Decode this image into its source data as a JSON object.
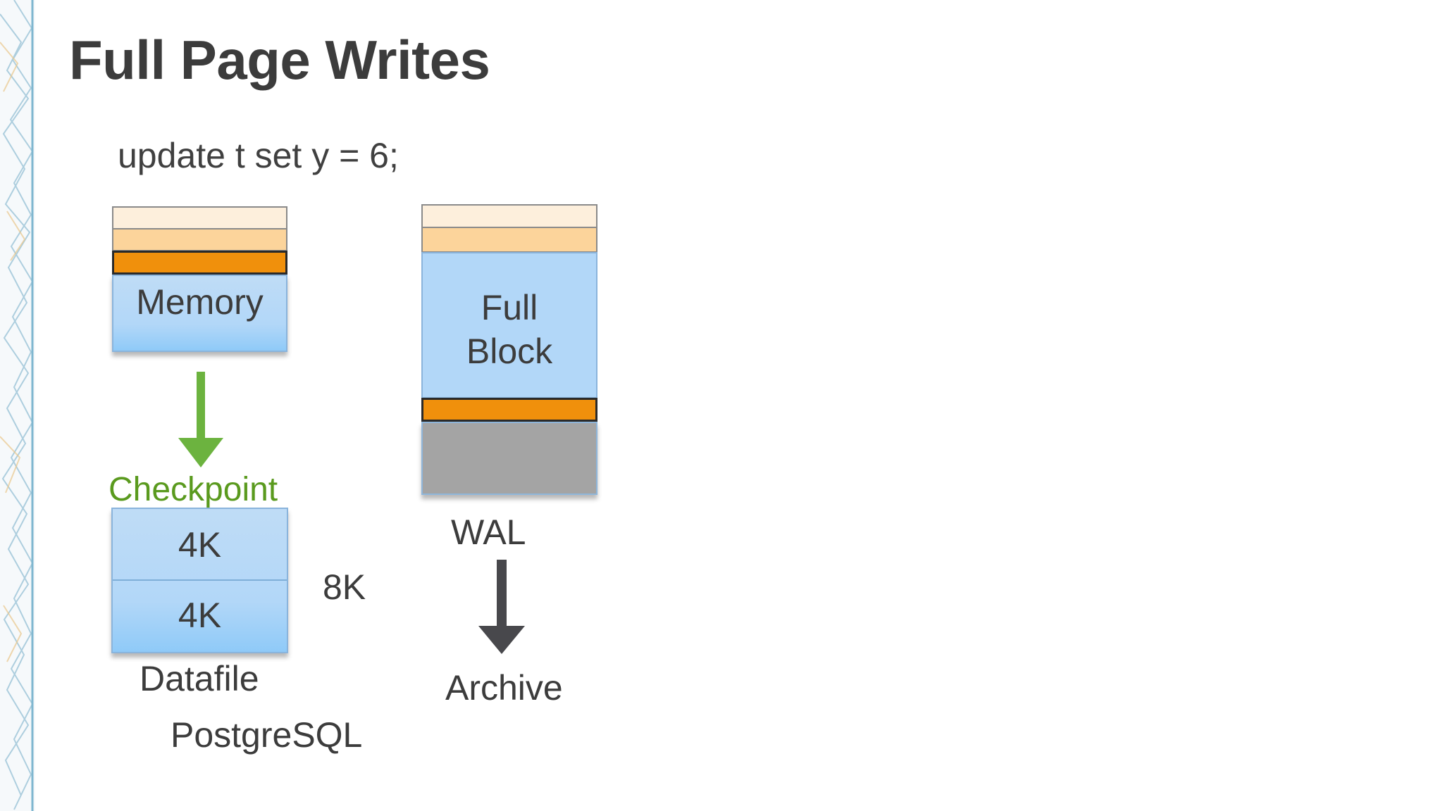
{
  "slide": {
    "title": "Full Page Writes",
    "sql": "update t set y = 6;"
  },
  "memory": {
    "label": "Memory"
  },
  "checkpoint": {
    "label": "Checkpoint",
    "arrow_color": "#6cb33f"
  },
  "datafile": {
    "half1": "4K",
    "half2": "4K",
    "size": "8K",
    "label": "Datafile"
  },
  "postgres": {
    "label": "PostgreSQL"
  },
  "wal": {
    "full_block_line1": "Full",
    "full_block_line2": "Block",
    "label": "WAL",
    "arrow_color": "#48484c"
  },
  "archive": {
    "label": "Archive"
  },
  "colors": {
    "strip_light": "#fdefdc",
    "strip_mid": "#fcd49b",
    "strip_orange": "#f0900c",
    "block_blue": "#b2d7f8",
    "wal_gray": "#a4a4a4"
  }
}
